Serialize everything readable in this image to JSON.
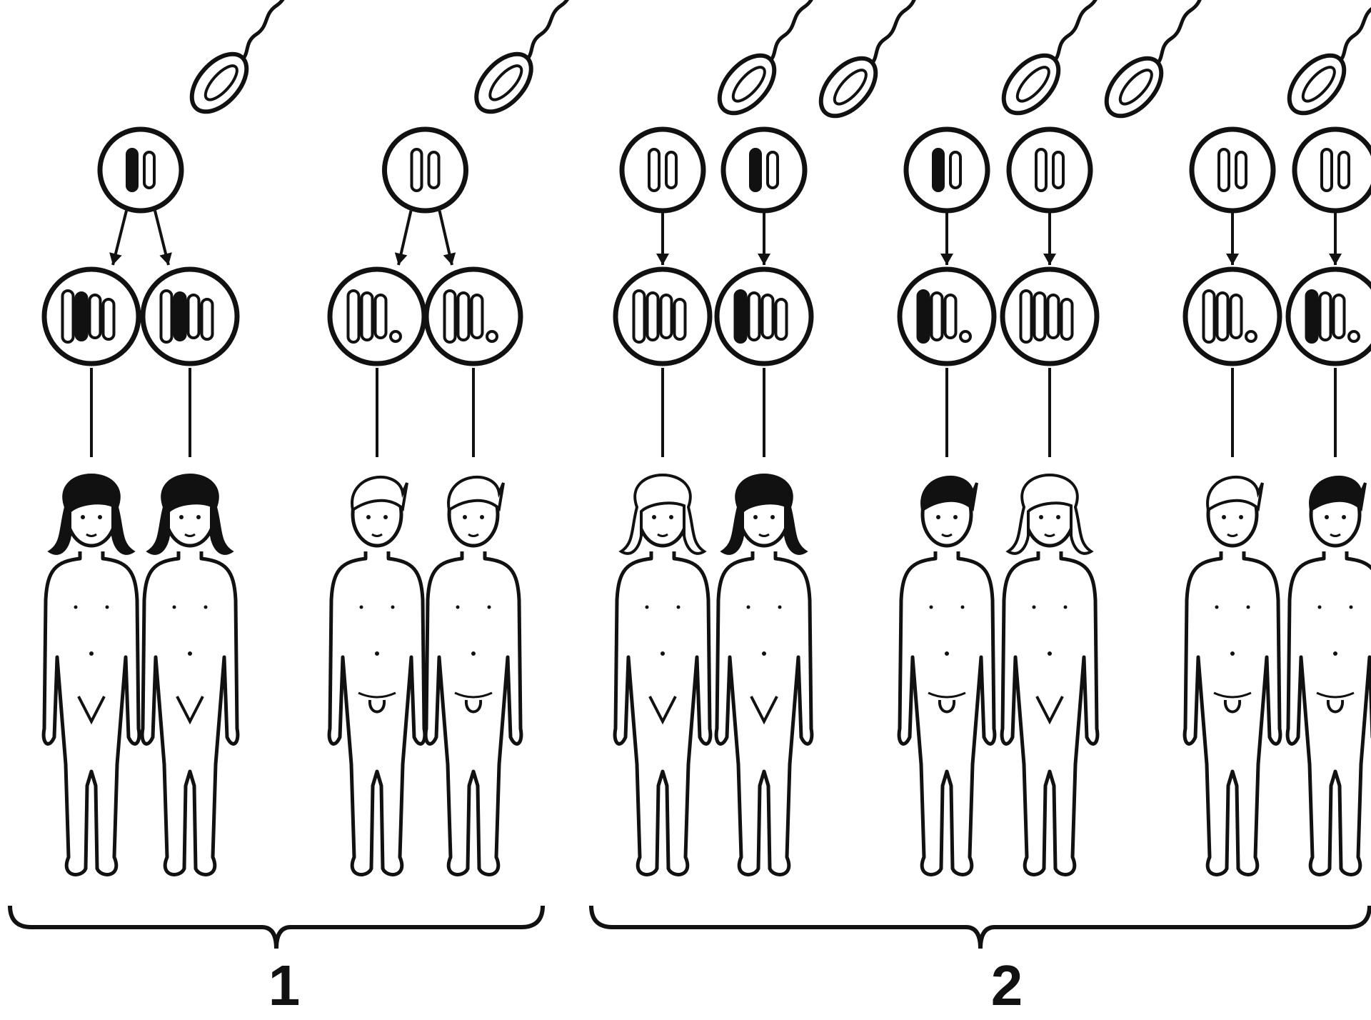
{
  "colors": {
    "ink": "#111111",
    "paper": "#ffffff"
  },
  "groups": [
    {
      "label": "1",
      "kind": "identical twins",
      "pairs": [
        {
          "zygote": "single",
          "children": [
            {
              "sex": "girl",
              "hair": "dark"
            },
            {
              "sex": "girl",
              "hair": "dark"
            }
          ]
        },
        {
          "zygote": "single",
          "children": [
            {
              "sex": "boy",
              "hair": "light"
            },
            {
              "sex": "boy",
              "hair": "light"
            }
          ]
        }
      ]
    },
    {
      "label": "2",
      "kind": "fraternal twins",
      "pairs": [
        {
          "zygote": "separate",
          "children": [
            {
              "sex": "girl",
              "hair": "light"
            },
            {
              "sex": "girl",
              "hair": "dark"
            }
          ]
        },
        {
          "zygote": "separate",
          "children": [
            {
              "sex": "boy",
              "hair": "dark"
            },
            {
              "sex": "girl",
              "hair": "light"
            }
          ]
        },
        {
          "zygote": "separate",
          "children": [
            {
              "sex": "boy",
              "hair": "light"
            },
            {
              "sex": "boy",
              "hair": "dark"
            }
          ]
        }
      ]
    }
  ],
  "icons": [
    "sperm-icon",
    "egg-cell-icon",
    "zygote-cell-icon",
    "chromosome-icon",
    "child-figure-icon",
    "brace-icon"
  ]
}
